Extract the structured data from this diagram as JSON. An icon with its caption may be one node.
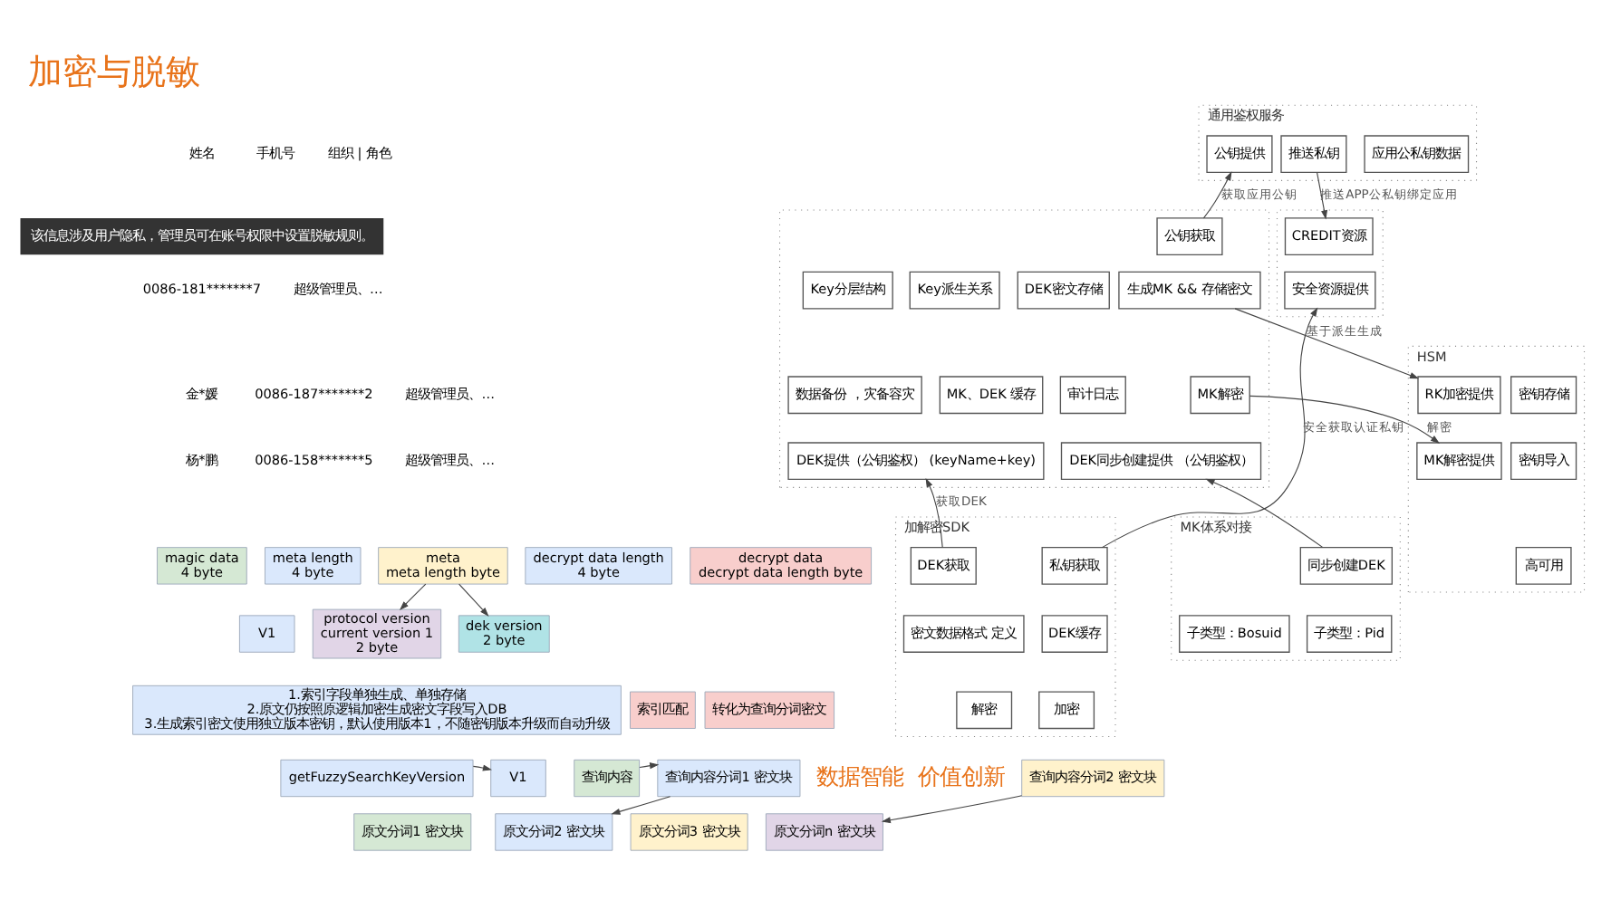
{
  "diagram": {
    "title": "加密与脱敏",
    "nodes": [
      {
        "text": [
          "magic data",
          "4 byte"
        ]
      },
      {
        "text": [
          "meta length",
          "4 byte"
        ]
      },
      {
        "text": [
          "meta",
          "meta length byte"
        ]
      },
      {
        "text": [
          "decrypt data length",
          "4 byte"
        ]
      },
      {
        "text": [
          "decrypt data",
          "decrypt data length byte"
        ]
      },
      {
        "text": [
          "V1"
        ]
      },
      {
        "text": [
          "protocol version",
          "current version 1",
          "2 byte"
        ]
      },
      {
        "text": [
          "dek version",
          "2 byte"
        ]
      },
      {
        "text": [
          "1.索引字段单独生成、单独存储",
          "2.原文仍按照原逻辑加密生成密文字段写入DB",
          "3.生成索引密文使用独立版本密钥，默认使用版本1，不随密钥版本升级而自动升级"
        ]
      },
      {
        "text": [
          "getFuzzySearchKeyVersion"
        ]
      },
      {
        "text": [
          "V1"
        ]
      },
      {
        "text": [
          "原文分词1 密文块"
        ]
      },
      {
        "text": [
          "原文分词2 密文块"
        ]
      },
      {
        "text": [
          "原文分词3 密文块"
        ]
      },
      {
        "text": [
          "原文分词n 密文块"
        ]
      },
      {
        "text": [
          "索引匹配"
        ]
      },
      {
        "text": [
          "查询内容"
        ]
      },
      {
        "text": [
          "查询内容分词1 密文块"
        ]
      },
      {
        "text": [
          "查询内容分词2 密文块"
        ]
      },
      {
        "text": [
          "转化为查询分词密文"
        ]
      },
      {
        "text": [
          "通用鉴权服务"
        ]
      },
      {
        "text": [
          "推送私钥"
        ],
        "in": 20
      },
      {
        "text": [
          "应用公私钥数据"
        ],
        "in": 20
      },
      {
        "text": [
          "公钥提供"
        ],
        "in": 20
      },
      {
        "text": [],
        "shape": "box"
      },
      {
        "text": [
          "CREDIT资源"
        ],
        "in": 24
      },
      {
        "text": [
          "安全资源提供"
        ],
        "in": 24
      },
      {
        "text": [],
        "shape": "box"
      },
      {
        "text": [
          "公钥获取"
        ],
        "in": 27
      },
      {
        "text": [
          "Key分层结构"
        ],
        "in": 27
      },
      {
        "text": [
          "Key派生关系"
        ],
        "in": 27
      },
      {
        "text": [
          "DEK密文存储"
        ],
        "in": 27
      },
      {
        "text": [
          "数据备份 ，灾备容灾"
        ],
        "in": 27
      },
      {
        "text": [
          "MK、DEK 缓存"
        ],
        "in": 27
      },
      {
        "text": [
          "审计日志"
        ],
        "in": 27
      },
      {
        "text": [
          "生成MK && 存储密文"
        ],
        "in": 27
      },
      {
        "text": [
          "MK解密"
        ],
        "in": 27
      },
      {
        "text": [
          "DEK提供（公钥鉴权） (keyName+key)"
        ],
        "in": 27
      },
      {
        "text": [
          "DEK同步创建提供 （公钥鉴权）"
        ],
        "in": 27
      },
      {
        "text": [
          "HSM"
        ]
      },
      {
        "text": [
          "RK加密提供"
        ],
        "in": 39
      },
      {
        "text": [
          "MK解密提供"
        ],
        "in": 39
      },
      {
        "text": [
          "密钥存储"
        ],
        "in": 39
      },
      {
        "text": [
          "密钥导入"
        ],
        "in": 39
      },
      {
        "text": [
          "高可用"
        ],
        "in": 39
      },
      {
        "text": [
          "加解密SDK"
        ]
      },
      {
        "text": [
          "私钥获取"
        ],
        "in": 45
      },
      {
        "text": [
          "DEK获取"
        ],
        "in": 45
      },
      {
        "text": [
          "DEK缓存"
        ],
        "in": 45
      },
      {
        "text": [
          "密文数据格式 定义"
        ],
        "in": 45
      },
      {
        "text": [
          "加密"
        ],
        "in": 45
      },
      {
        "text": [
          "解密"
        ],
        "in": 45
      },
      {
        "text": [
          "MK体系对接"
        ]
      },
      {
        "text": [
          "同步创建DEK"
        ],
        "in": 52
      },
      {
        "text": [
          "子类型：Bosuid"
        ],
        "in": 52
      },
      {
        "text": [
          "子类型：Pid"
        ],
        "in": 52
      }
    ],
    "edges": [
      {
        "from": 2,
        "to": 6,
        "arrow": "to"
      },
      {
        "from": 2,
        "to": 7,
        "arrow": "to"
      },
      {
        "from": 9,
        "to": 10,
        "arrow": "to"
      },
      {
        "from": 16,
        "to": 17,
        "arrow": "to"
      },
      {
        "from": 17,
        "to": 12,
        "arrow": "to"
      },
      {
        "from": 18,
        "to": 14,
        "arrow": "to"
      },
      {
        "from": 21,
        "to": 25,
        "arrow": "to",
        "label": "推送APP公私钥绑定应用"
      },
      {
        "from": 28,
        "to": 23,
        "arrow": "to",
        "label": "获取应用公钥"
      },
      {
        "from": 46,
        "to": 26,
        "arrow": "to",
        "label": "安全获取认证私钥"
      },
      {
        "from": 47,
        "to": 37,
        "arrow": "to",
        "label": "获取DEK"
      },
      {
        "from": 35,
        "to": 40,
        "arrow": "to",
        "label": "基于派生生成"
      },
      {
        "from": 36,
        "to": 41,
        "arrow": "to",
        "label": "解密"
      },
      {
        "from": 53,
        "to": 38,
        "arrow": "to"
      }
    ],
    "labels": [
      "姓名",
      "手机号",
      "组织 | 角色",
      "该信息涉及用户隐私，管理员可在账号权限中设置脱敏规则。",
      "0086-181*******7",
      "超级管理员、…",
      "金*媛",
      "0086-187*******2",
      "超级管理员、…",
      "杨*鹏",
      "0086-158*******5",
      "超级管理员、…",
      "数据智能  价值创新"
    ]
  }
}
